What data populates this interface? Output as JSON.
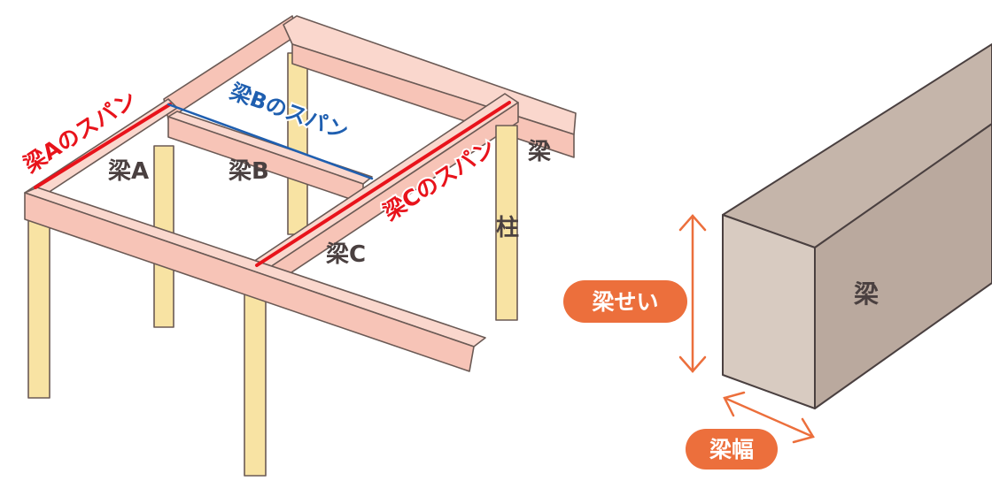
{
  "colors": {
    "beam_fill": "#f7c4b7",
    "beam_top": "#fad7cd",
    "post_fill": "#f8e3a3",
    "outline": "#6b5a55",
    "span_red": "#e8131b",
    "span_blue": "#1f5fb0",
    "label_text": "#4a4040",
    "block_front": "#d8cbc1",
    "block_top": "#c5b5aa",
    "block_side": "#baa99e",
    "arrow_orange": "#ec6f3c",
    "badge_orange": "#ec6f3c"
  },
  "frame": {
    "span_a_label": "梁Aのスパン",
    "span_b_label": "梁Bのスパン",
    "span_c_label": "梁Cのスパン",
    "beam_a_label": "梁A",
    "beam_b_label": "梁B",
    "beam_c_label": "梁C",
    "beam_label": "梁",
    "column_label": "柱"
  },
  "cross_section": {
    "beam_label": "梁",
    "height_badge": "梁せい",
    "width_badge": "梁幅"
  }
}
